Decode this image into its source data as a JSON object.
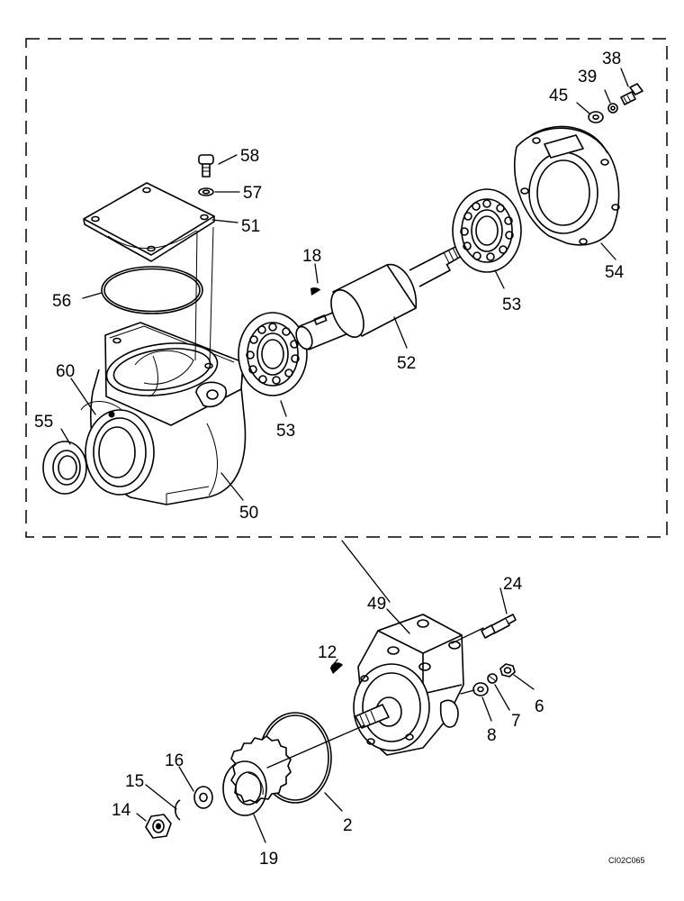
{
  "drawing_code": "CI02C065",
  "callouts": [
    {
      "id": "58",
      "text": "58"
    },
    {
      "id": "57",
      "text": "57"
    },
    {
      "id": "51",
      "text": "51"
    },
    {
      "id": "56",
      "text": "56"
    },
    {
      "id": "60",
      "text": "60"
    },
    {
      "id": "55",
      "text": "55"
    },
    {
      "id": "50",
      "text": "50"
    },
    {
      "id": "18",
      "text": "18"
    },
    {
      "id": "53a",
      "text": "53"
    },
    {
      "id": "52",
      "text": "52"
    },
    {
      "id": "53b",
      "text": "53"
    },
    {
      "id": "54",
      "text": "54"
    },
    {
      "id": "45",
      "text": "45"
    },
    {
      "id": "39",
      "text": "39"
    },
    {
      "id": "38",
      "text": "38"
    },
    {
      "id": "49",
      "text": "49"
    },
    {
      "id": "24",
      "text": "24"
    },
    {
      "id": "12",
      "text": "12"
    },
    {
      "id": "8",
      "text": "8"
    },
    {
      "id": "7",
      "text": "7"
    },
    {
      "id": "6",
      "text": "6"
    },
    {
      "id": "2",
      "text": "2"
    },
    {
      "id": "16",
      "text": "16"
    },
    {
      "id": "15",
      "text": "15"
    },
    {
      "id": "14",
      "text": "14"
    },
    {
      "id": "19",
      "text": "19"
    }
  ]
}
